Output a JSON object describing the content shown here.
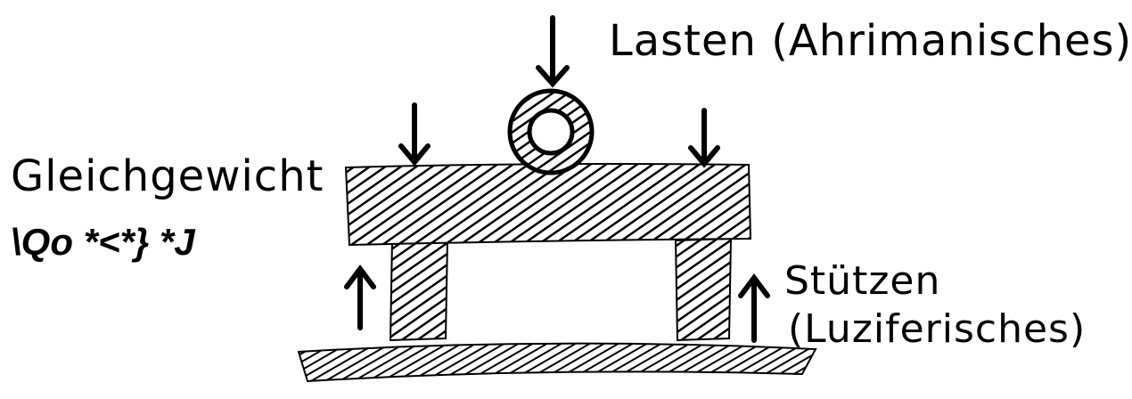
{
  "labels": {
    "loads": "Lasten (Ahrimanisches)",
    "balance": "Gleichgewicht",
    "scribble": "\\Qo   *<*} *J",
    "supports_line1": "Stützen",
    "supports_line2": "(Luziferisches)"
  },
  "colors": {
    "ink": "#000000",
    "paper": "#ffffff"
  },
  "icons": {
    "down_arrow": "arrow-down-icon",
    "up_arrow": "arrow-up-icon"
  }
}
